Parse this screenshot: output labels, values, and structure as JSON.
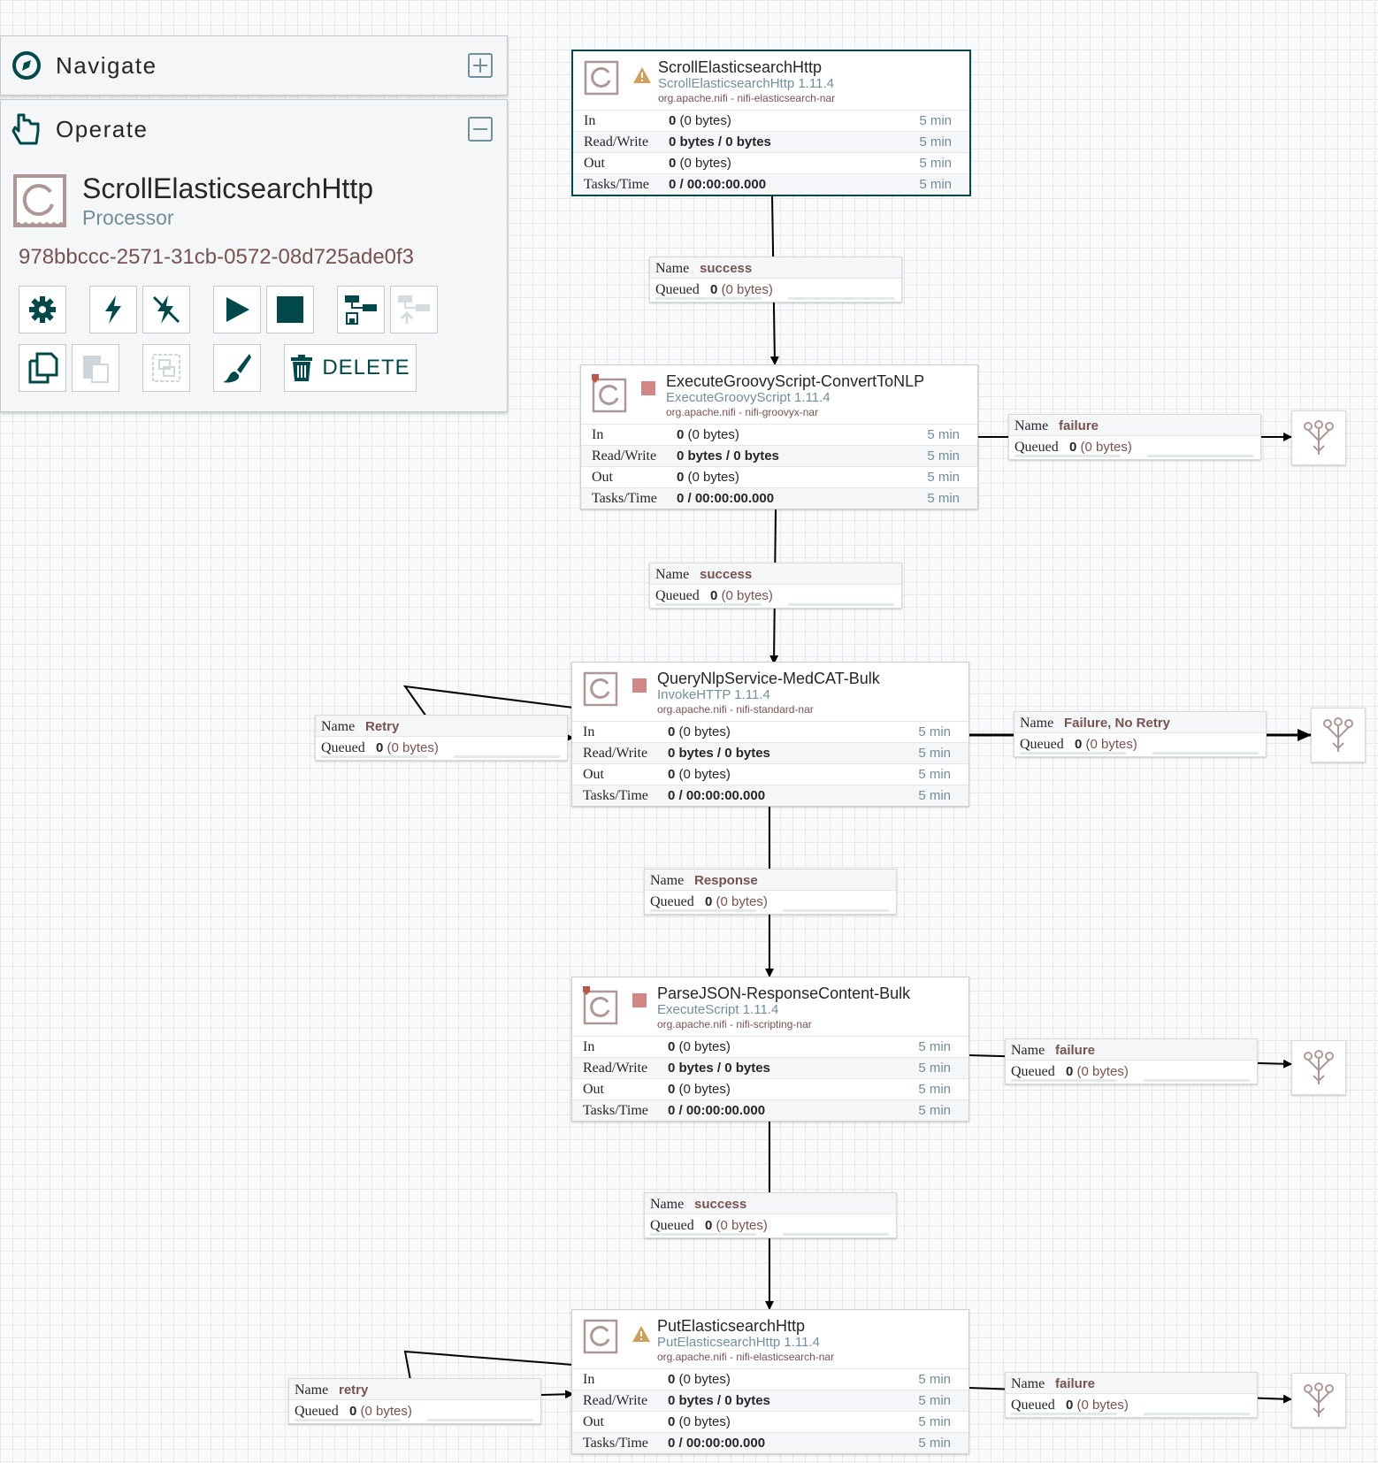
{
  "navigate": {
    "title": "Navigate"
  },
  "operate": {
    "title": "Operate",
    "selection_name": "ScrollElasticsearchHttp",
    "selection_type": "Processor",
    "selection_id": "978bbccc-2571-31cb-0572-08d725ade0f3",
    "delete_label": "DELETE"
  },
  "labels": {
    "in": "In",
    "rw": "Read/Write",
    "out": "Out",
    "tasks": "Tasks/Time",
    "name": "Name",
    "queued": "Queued"
  },
  "processors": [
    {
      "name": "ScrollElasticsearchHttp",
      "type": "ScrollElasticsearchHttp 1.11.4",
      "bundle": "org.apache.nifi - nifi-elasticsearch-nar",
      "status": "warning",
      "in_v": "0",
      "in_b": "(0 bytes)",
      "rw": "0 bytes / 0 bytes",
      "out_v": "0",
      "out_b": "(0 bytes)",
      "tasks": "0 / 00:00:00.000",
      "window": "5 min"
    },
    {
      "name": "ExecuteGroovyScript-ConvertToNLP",
      "type": "ExecuteGroovyScript 1.11.4",
      "bundle": "org.apache.nifi - nifi-groovyx-nar",
      "status": "stopped",
      "in_v": "0",
      "in_b": "(0 bytes)",
      "rw": "0 bytes / 0 bytes",
      "out_v": "0",
      "out_b": "(0 bytes)",
      "tasks": "0 / 00:00:00.000",
      "window": "5 min"
    },
    {
      "name": "QueryNlpService-MedCAT-Bulk",
      "type": "InvokeHTTP 1.11.4",
      "bundle": "org.apache.nifi - nifi-standard-nar",
      "status": "stopped",
      "in_v": "0",
      "in_b": "(0 bytes)",
      "rw": "0 bytes / 0 bytes",
      "out_v": "0",
      "out_b": "(0 bytes)",
      "tasks": "0 / 00:00:00.000",
      "window": "5 min"
    },
    {
      "name": "ParseJSON-ResponseContent-Bulk",
      "type": "ExecuteScript 1.11.4",
      "bundle": "org.apache.nifi - nifi-scripting-nar",
      "status": "stopped",
      "in_v": "0",
      "in_b": "(0 bytes)",
      "rw": "0 bytes / 0 bytes",
      "out_v": "0",
      "out_b": "(0 bytes)",
      "tasks": "0 / 00:00:00.000",
      "window": "5 min"
    },
    {
      "name": "PutElasticsearchHttp",
      "type": "PutElasticsearchHttp 1.11.4",
      "bundle": "org.apache.nifi - nifi-elasticsearch-nar",
      "status": "warning",
      "in_v": "0",
      "in_b": "(0 bytes)",
      "rw": "0 bytes / 0 bytes",
      "out_v": "0",
      "out_b": "(0 bytes)",
      "tasks": "0 / 00:00:00.000",
      "window": "5 min"
    }
  ],
  "connections": [
    {
      "name": "success",
      "queued_count": "0",
      "queued_size": "(0 bytes)"
    },
    {
      "name": "success",
      "queued_count": "0",
      "queued_size": "(0 bytes)"
    },
    {
      "name": "Response",
      "queued_count": "0",
      "queued_size": "(0 bytes)"
    },
    {
      "name": "success",
      "queued_count": "0",
      "queued_size": "(0 bytes)"
    },
    {
      "name": "failure",
      "queued_count": "0",
      "queued_size": "(0 bytes)"
    },
    {
      "name": "Retry",
      "queued_count": "0",
      "queued_size": "(0 bytes)"
    },
    {
      "name": "Failure, No Retry",
      "queued_count": "0",
      "queued_size": "(0 bytes)"
    },
    {
      "name": "failure",
      "queued_count": "0",
      "queued_size": "(0 bytes)"
    },
    {
      "name": "retry",
      "queued_count": "0",
      "queued_size": "(0 bytes)"
    },
    {
      "name": "failure",
      "queued_count": "0",
      "queued_size": "(0 bytes)"
    }
  ],
  "colors": {
    "accent": "#004849",
    "muted": "#728e9b",
    "value": "#775351",
    "warning": "#cf9f5d",
    "stopped": "#d18686"
  },
  "icons": [
    "compass-icon",
    "pointer-hand-icon",
    "processor-icon",
    "gear-icon",
    "enable-icon",
    "disable-icon",
    "play-icon",
    "stop-icon",
    "template-create-icon",
    "template-upload-icon",
    "copy-icon",
    "paste-icon",
    "group-icon",
    "color-brush-icon",
    "trash-icon",
    "warning-icon",
    "stopped-icon",
    "funnel-icon"
  ]
}
